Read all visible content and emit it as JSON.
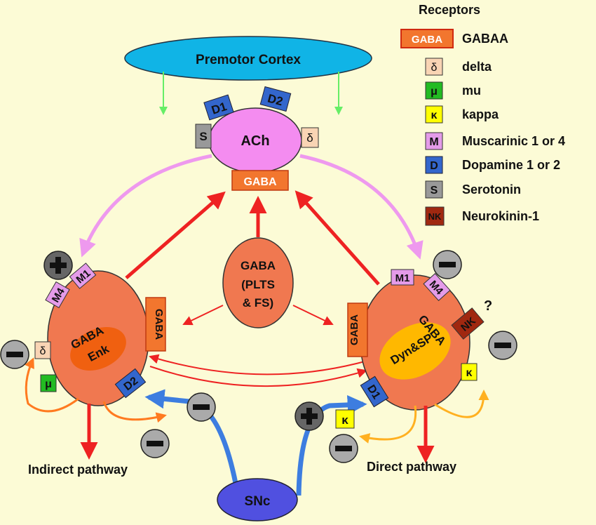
{
  "legend": {
    "title": "Receptors",
    "items": [
      {
        "symbol": "GABA",
        "label": "GABAA",
        "color": "#f2762e",
        "text_color": "#ffffff"
      },
      {
        "symbol": "δ",
        "label": "delta",
        "color": "#f9d4b4",
        "text_color": "#000000"
      },
      {
        "symbol": "μ",
        "label": "mu",
        "color": "#22bb22",
        "text_color": "#000000"
      },
      {
        "symbol": "κ",
        "label": "kappa",
        "color": "#ffff00",
        "text_color": "#000000"
      },
      {
        "symbol": "M",
        "label": "Muscarinic 1 or 4",
        "color": "#e49be9",
        "text_color": "#000000"
      },
      {
        "symbol": "D",
        "label": "Dopamine 1 or 2",
        "color": "#3366cc",
        "text_color": "#000000"
      },
      {
        "symbol": "S",
        "label": "Serotonin",
        "color": "#999999",
        "text_color": "#000000"
      },
      {
        "symbol": "NK",
        "label": "Neurokinin-1",
        "color": "#a02810",
        "text_color": "#ffffff"
      }
    ]
  },
  "nodes": {
    "premotor": "Premotor Cortex",
    "ach": "ACh",
    "interneuron_l1": "GABA",
    "interneuron_l2": "(PLTS",
    "interneuron_l3": "& FS)",
    "enk_l1": "GABA",
    "enk_l2": "Enk",
    "dyn_l1": "GABA",
    "dyn_l2": "Dyn&SP",
    "snc": "SNc"
  },
  "receptors": {
    "ach_gaba": "GABA",
    "ach_d1": "D1",
    "ach_d2": "D2",
    "ach_s": "S",
    "ach_delta": "δ",
    "enk_gaba": "GABA",
    "enk_m1": "M1",
    "enk_m4": "M4",
    "enk_delta": "δ",
    "enk_mu": "μ",
    "enk_d2": "D2",
    "dyn_gaba": "GABA",
    "dyn_m1": "M1",
    "dyn_m4": "M4",
    "dyn_nk": "NK",
    "dyn_kappa": "κ",
    "dyn_d1": "D1",
    "snc_kappa": "κ"
  },
  "labels": {
    "indirect": "Indirect pathway",
    "direct": "Direct pathway",
    "question": "?",
    "plus": "+",
    "minus": "−"
  },
  "colors": {
    "background": "#fcfbd6",
    "premotor": "#10b4e6",
    "ach": "#f48cf0",
    "interneuron": "#f07850",
    "msn": "#f07850",
    "enk_core": "#f06010",
    "dyn_core": "#ffb800",
    "snc": "#5050e0",
    "red_arrow": "#ee2222",
    "pink_arrow": "#ee99ee",
    "green_arrow": "#66ee66",
    "orange_arrow": "#ff7a20",
    "blue_arrow": "#3d7de0"
  }
}
